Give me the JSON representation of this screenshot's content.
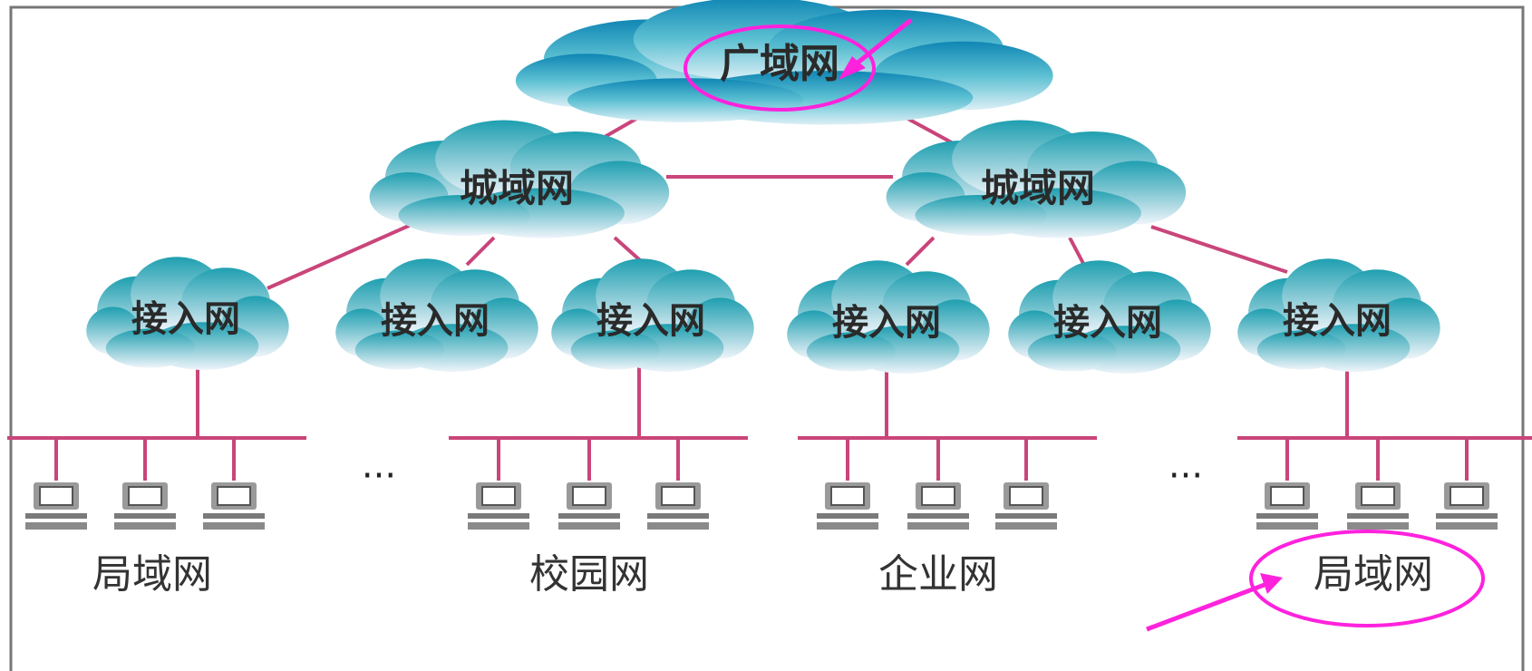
{
  "diagram": {
    "colors": {
      "link": "#c9457a",
      "highlight": "#ff22dd",
      "cloud_top": "#1f9fb0",
      "cloud_bottom": "#eef4fa",
      "frame": "#777777",
      "computer": "#8a8a8a"
    },
    "wan": {
      "label": "广域网"
    },
    "metros": [
      {
        "label": "城域网"
      },
      {
        "label": "城域网"
      }
    ],
    "access": [
      {
        "label": "接入网"
      },
      {
        "label": "接入网"
      },
      {
        "label": "接入网"
      },
      {
        "label": "接入网"
      },
      {
        "label": "接入网"
      },
      {
        "label": "接入网"
      }
    ],
    "groups": [
      {
        "label": "局域网",
        "computers": 3
      },
      {
        "label": "校园网",
        "computers": 3
      },
      {
        "label": "企业网",
        "computers": 3
      },
      {
        "label": "局域网",
        "computers": 3
      }
    ],
    "ellipsis": [
      "···",
      "···"
    ],
    "icons": [
      "cloud-icon",
      "computer-icon",
      "arrow-icon"
    ]
  }
}
